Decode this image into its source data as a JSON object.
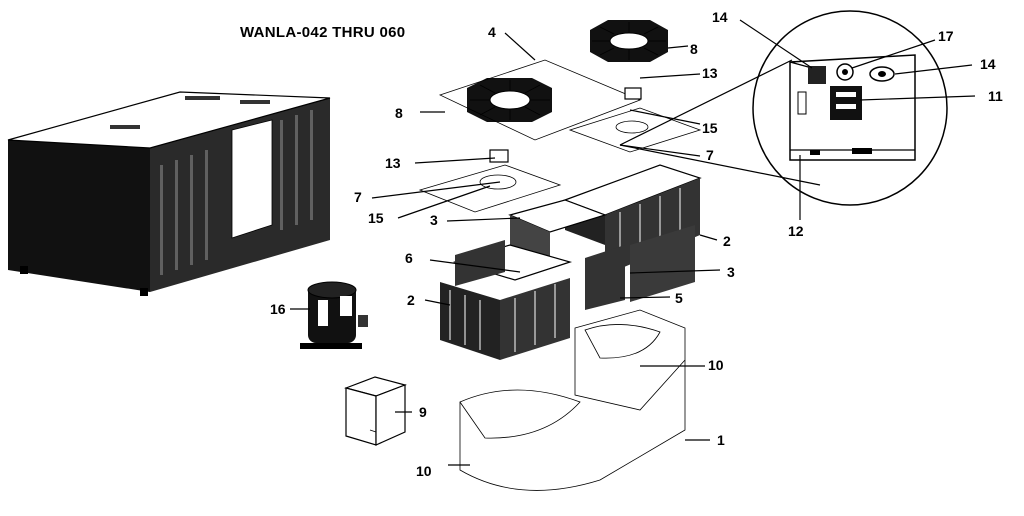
{
  "title": "WANLA-042 THRU 060",
  "callouts": {
    "c1": "1",
    "c2a": "2",
    "c2b": "2",
    "c3a": "3",
    "c3b": "3",
    "c4": "4",
    "c5": "5",
    "c6": "6",
    "c7a": "7",
    "c7b": "7",
    "c8a": "8",
    "c8b": "8",
    "c9": "9",
    "c10a": "10",
    "c10b": "10",
    "c11": "11",
    "c12": "12",
    "c13a": "13",
    "c13b": "13",
    "c14a": "14",
    "c14b": "14",
    "c15a": "15",
    "c15b": "15",
    "c16": "16",
    "c17": "17"
  }
}
